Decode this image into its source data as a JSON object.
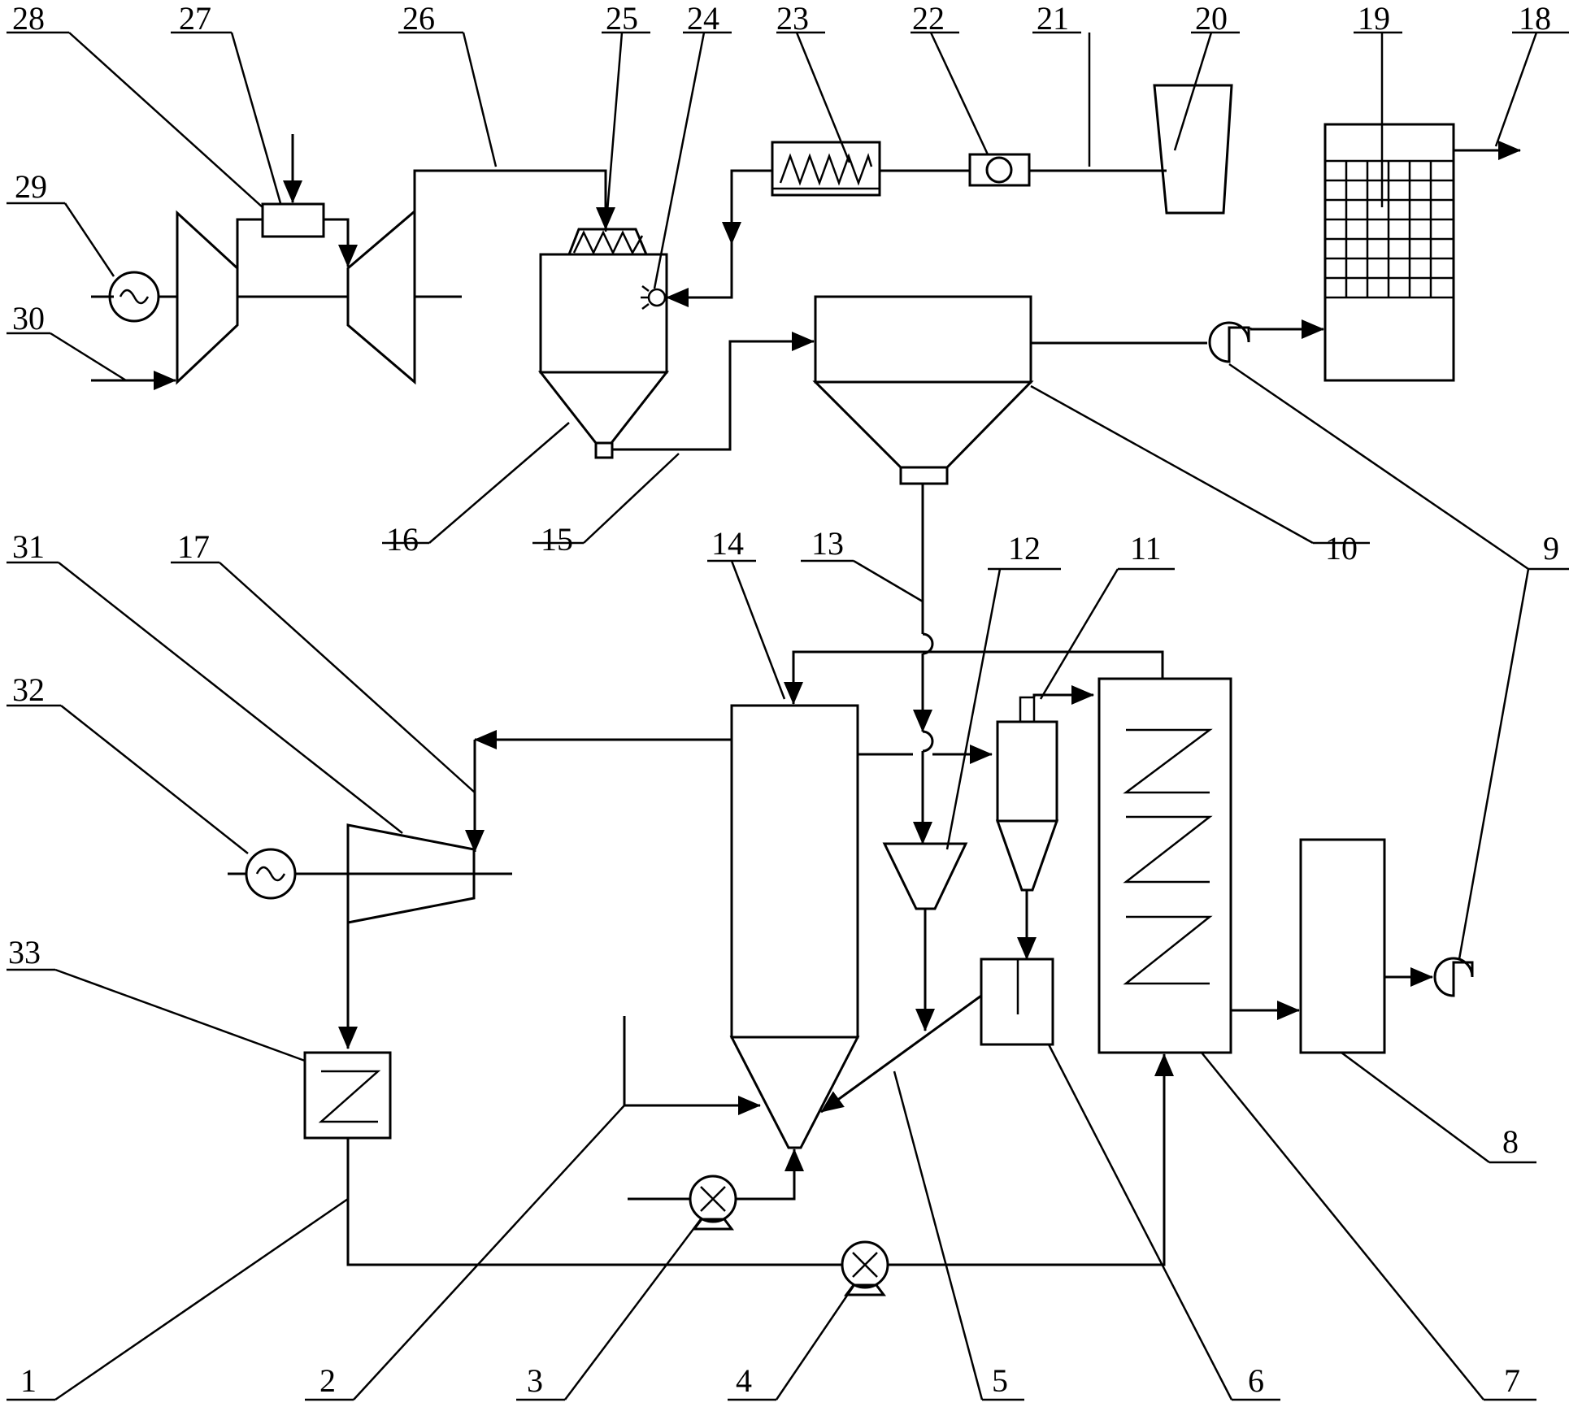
{
  "labels": {
    "1": "1",
    "2": "2",
    "3": "3",
    "4": "4",
    "5": "5",
    "6": "6",
    "7": "7",
    "8": "8",
    "9": "9",
    "10": "10",
    "11": "11",
    "12": "12",
    "13": "13",
    "14": "14",
    "15": "15",
    "16": "16",
    "17": "17",
    "18": "18",
    "19": "19",
    "20": "20",
    "21": "21",
    "22": "22",
    "23": "23",
    "24": "24",
    "25": "25",
    "26": "26",
    "27": "27",
    "28": "28",
    "29": "29",
    "30": "30",
    "31": "31",
    "32": "32",
    "33": "33"
  }
}
